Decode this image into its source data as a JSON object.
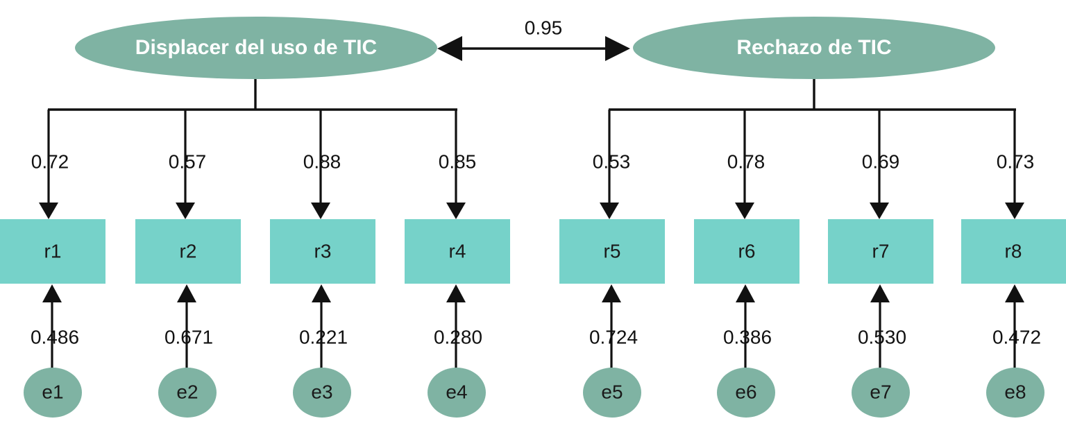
{
  "diagram": {
    "type": "sem-path-diagram",
    "title": "",
    "colors": {
      "latent_fill": "#7fb3a3",
      "indicator_fill": "#76d2c9",
      "error_fill": "#7fb3a3",
      "line": "#111111",
      "latent_text": "#ffffff",
      "node_text": "#1a1a1a",
      "background": "#ffffff"
    },
    "latents": [
      {
        "id": "displacer",
        "label": "Displacer del uso de TIC"
      },
      {
        "id": "rechazo",
        "label": "Rechazo de TIC"
      }
    ],
    "covariance": {
      "label": "0.95",
      "from": "displacer",
      "to": "rechazo",
      "bidirectional": true
    },
    "indicators": [
      {
        "id": "r1",
        "label": "r1",
        "latent": "displacer",
        "loading": "0.72",
        "error_id": "e1",
        "error_label": "e1",
        "error_value": "0.486"
      },
      {
        "id": "r2",
        "label": "r2",
        "latent": "displacer",
        "loading": "0.57",
        "error_id": "e2",
        "error_label": "e2",
        "error_value": "0.671"
      },
      {
        "id": "r3",
        "label": "r3",
        "latent": "displacer",
        "loading": "0.88",
        "error_id": "e3",
        "error_label": "e3",
        "error_value": "0.221"
      },
      {
        "id": "r4",
        "label": "r4",
        "latent": "displacer",
        "loading": "0.85",
        "error_id": "e4",
        "error_label": "e4",
        "error_value": "0.280"
      },
      {
        "id": "r5",
        "label": "r5",
        "latent": "rechazo",
        "loading": "0.53",
        "error_id": "e5",
        "error_label": "e5",
        "error_value": "0.724"
      },
      {
        "id": "r6",
        "label": "r6",
        "latent": "rechazo",
        "loading": "0.78",
        "error_id": "e6",
        "error_label": "e6",
        "error_value": "0.386"
      },
      {
        "id": "r7",
        "label": "r7",
        "latent": "rechazo",
        "loading": "0.69",
        "error_id": "e7",
        "error_label": "e7",
        "error_value": "0.530"
      },
      {
        "id": "r8",
        "label": "r8",
        "latent": "rechazo",
        "loading": "0.73",
        "error_id": "e8",
        "error_label": "e8",
        "error_value": "0.472"
      }
    ]
  },
  "chart_data": {
    "type": "diagram",
    "title": "",
    "latent_variables": [
      "Displacer del uso de TIC",
      "Rechazo de TIC"
    ],
    "observed_variables": [
      "r1",
      "r2",
      "r3",
      "r4",
      "r5",
      "r6",
      "r7",
      "r8"
    ],
    "error_terms": [
      "e1",
      "e2",
      "e3",
      "e4",
      "e5",
      "e6",
      "e7",
      "e8"
    ],
    "factor_loadings": {
      "Displacer del uso de TIC": {
        "r1": 0.72,
        "r2": 0.57,
        "r3": 0.88,
        "r4": 0.85
      },
      "Rechazo de TIC": {
        "r5": 0.53,
        "r6": 0.78,
        "r7": 0.69,
        "r8": 0.73
      }
    },
    "error_variances": {
      "e1": 0.486,
      "e2": 0.671,
      "e3": 0.221,
      "e4": 0.28,
      "e5": 0.724,
      "e6": 0.386,
      "e7": 0.53,
      "e8": 0.472
    },
    "factor_correlation": 0.95
  }
}
